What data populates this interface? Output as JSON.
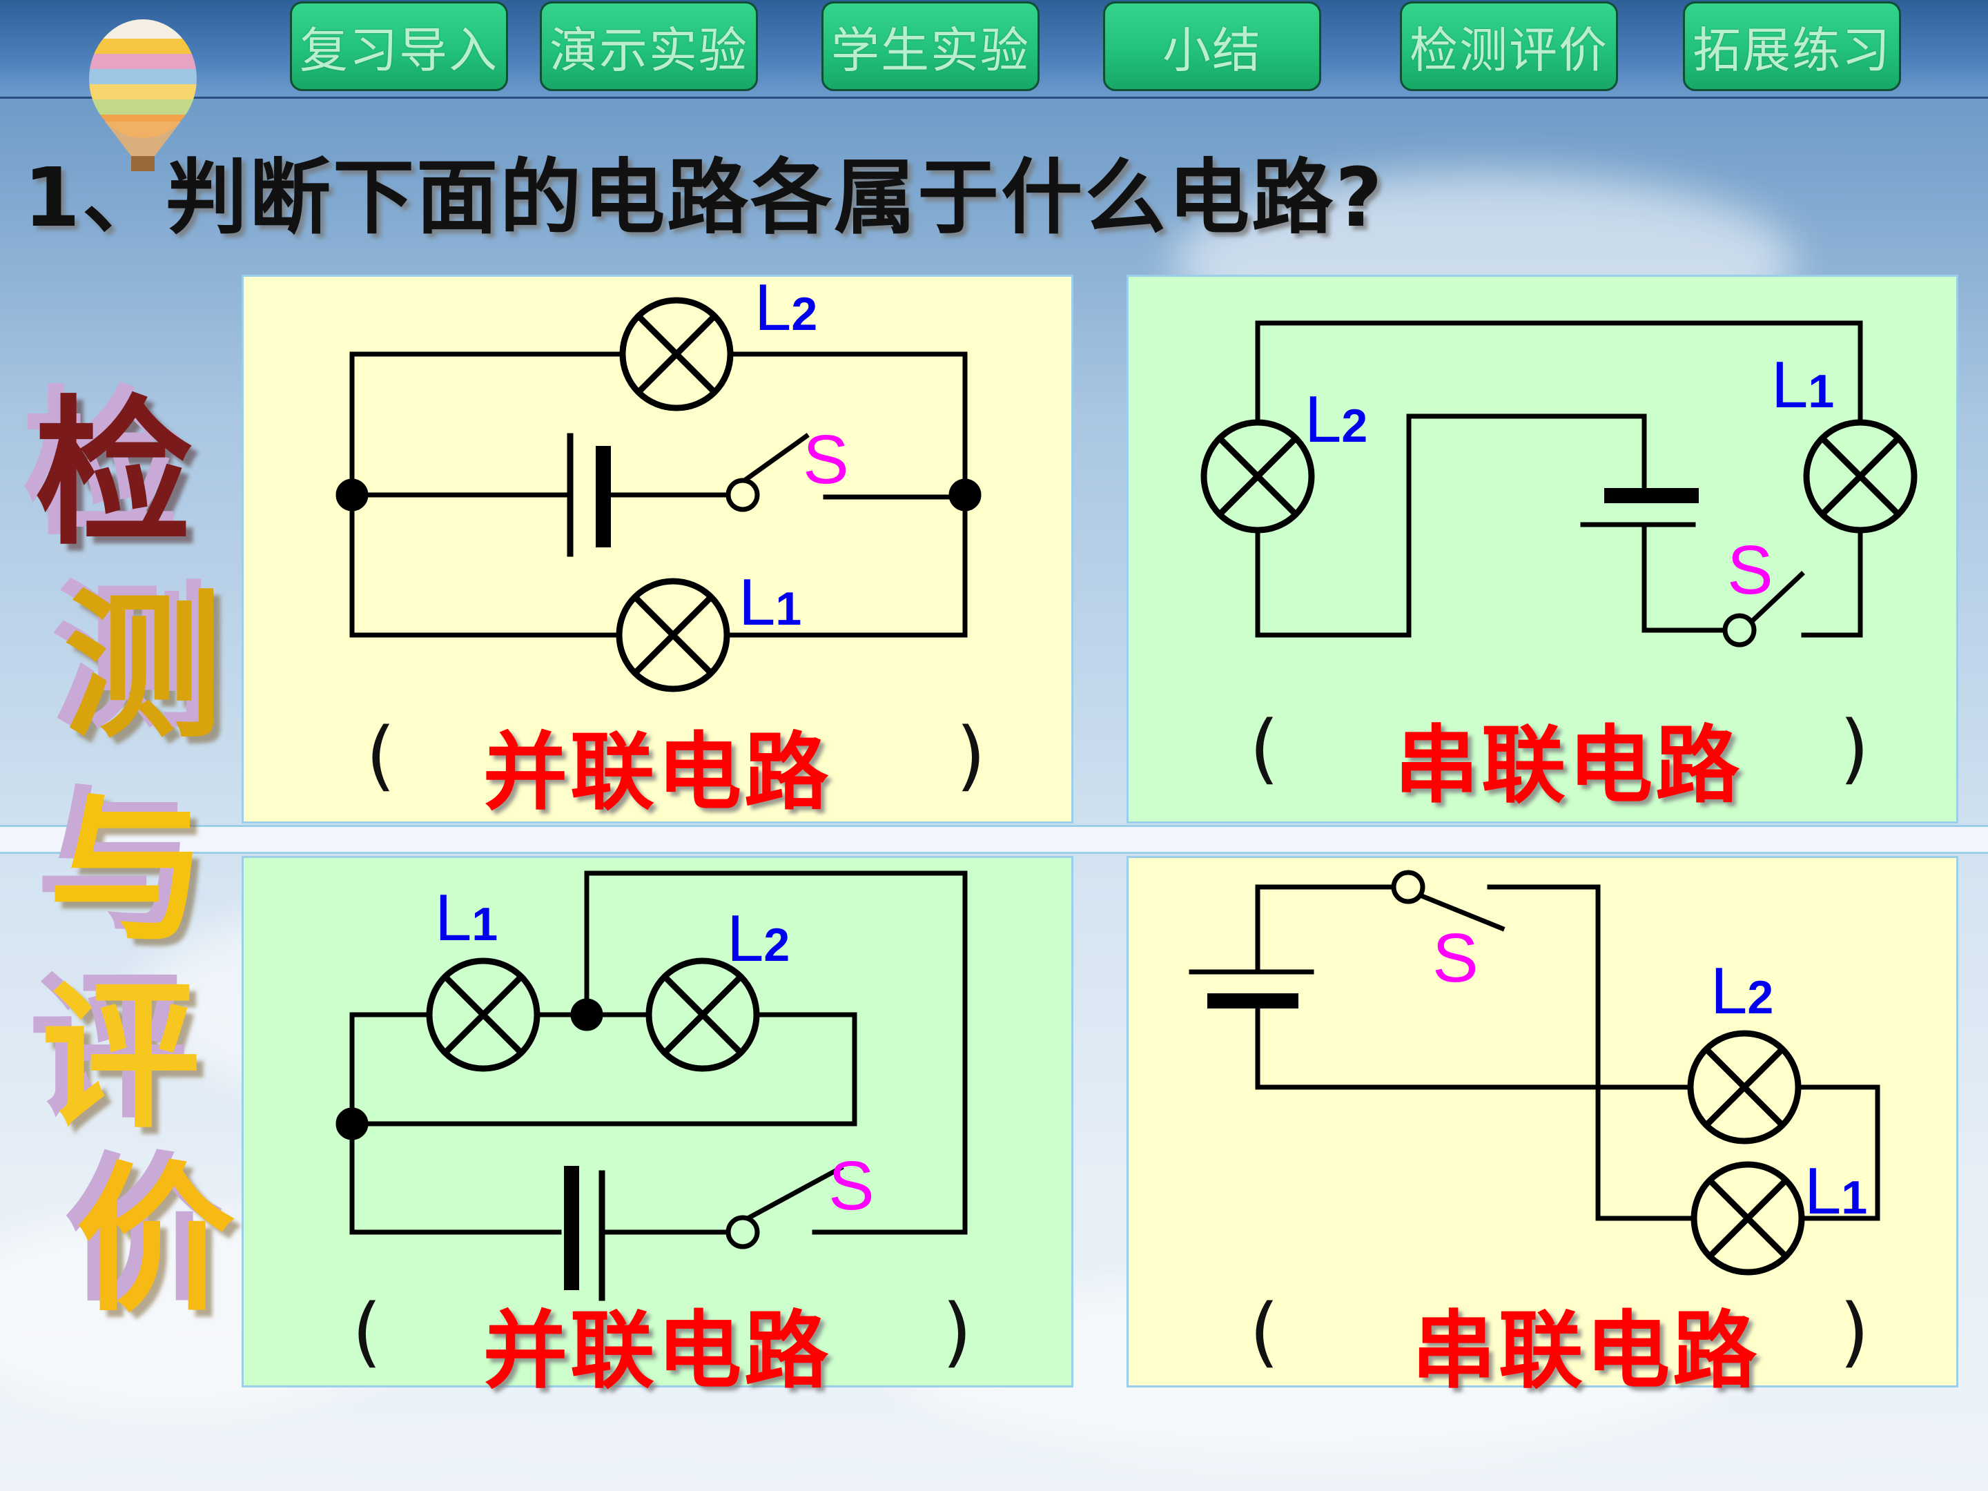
{
  "nav": {
    "items": [
      "复习导入",
      "演示实验",
      "学生实验",
      "小结",
      "检测评价",
      "拓展练习"
    ]
  },
  "title": "1、判断下面的电路各属于什么电路?",
  "side_title": [
    "检",
    "测",
    "与",
    "评",
    "价"
  ],
  "colors": {
    "answer": "#ff0000",
    "lamp_label": "#0000ee",
    "switch_label": "#ff00ff",
    "panel_yellow": "#ffffcc",
    "panel_green": "#ccffcc",
    "nav_button": "#22c27a"
  },
  "panels": [
    {
      "open": "(",
      "answer": "并联电路",
      "close": ")",
      "labels": {
        "L1": "L",
        "L1_sub": "1",
        "L2": "L",
        "L2_sub": "2",
        "S": "S"
      }
    },
    {
      "open": "(",
      "answer": "串联电路",
      "close": ")",
      "labels": {
        "L1": "L",
        "L1_sub": "1",
        "L2": "L",
        "L2_sub": "2",
        "S": "S"
      }
    },
    {
      "open": "(",
      "answer": "并联电路",
      "close": ")",
      "labels": {
        "L1": "L",
        "L1_sub": "1",
        "L2": "L",
        "L2_sub": "2",
        "S": "S"
      }
    },
    {
      "open": "(",
      "answer": "串联电路",
      "close": ")",
      "labels": {
        "L1": "L",
        "L1_sub": "1",
        "L2": "L",
        "L2_sub": "2",
        "S": "S"
      }
    }
  ]
}
